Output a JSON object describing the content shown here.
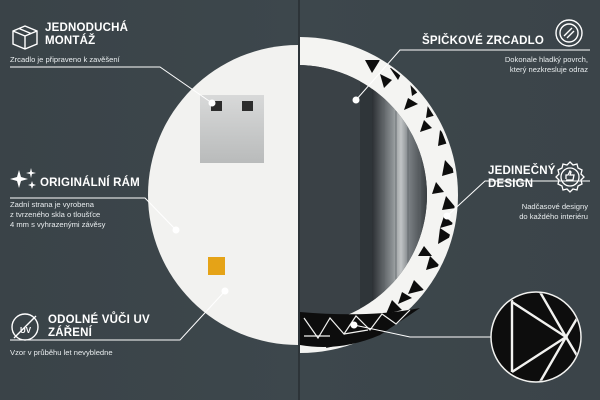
{
  "features": {
    "mounting": {
      "title_line1": "JEDNODUCHÁ",
      "title_line2": "MONTÁŽ",
      "desc_line1": "Zrcadlo je připraveno k zavěšení"
    },
    "frame": {
      "title_line1": "ORIGINÁLNÍ RÁM",
      "desc_line1": "Zadní strana je vyrobena",
      "desc_line2": "z tvrzeného skla o tloušťce",
      "desc_line3": "4 mm s vyhrazenými závěsy"
    },
    "uv": {
      "title_line1": "ODOLNÉ VŮČI UV",
      "title_line2": "ZÁŘENÍ",
      "desc_line1": "Vzor v průběhu let nevybledne",
      "badge": "UV"
    },
    "mirror": {
      "title_line1": "ŠPIČKOVÉ ZRCADLO",
      "desc_line1": "Dokonale hladký povrch,",
      "desc_line2": "který nezkresluje odraz"
    },
    "design": {
      "title_line1": "JEDINEČNÝ",
      "title_line2": "DESIGN",
      "desc_line1": "Nadčasové designy",
      "desc_line2": "do každého interiéru"
    }
  },
  "icons": [
    "box-icon",
    "sparkles-icon",
    "uv-shield-icon",
    "mirror-icon",
    "quality-seal-icon"
  ],
  "colors": {
    "wall": "#3b4449",
    "back_panel": "#f2f2f0",
    "hanger_plate": "#cfd0d0",
    "label_tag": "#e5a317",
    "frame_black": "#0d0d0d"
  }
}
